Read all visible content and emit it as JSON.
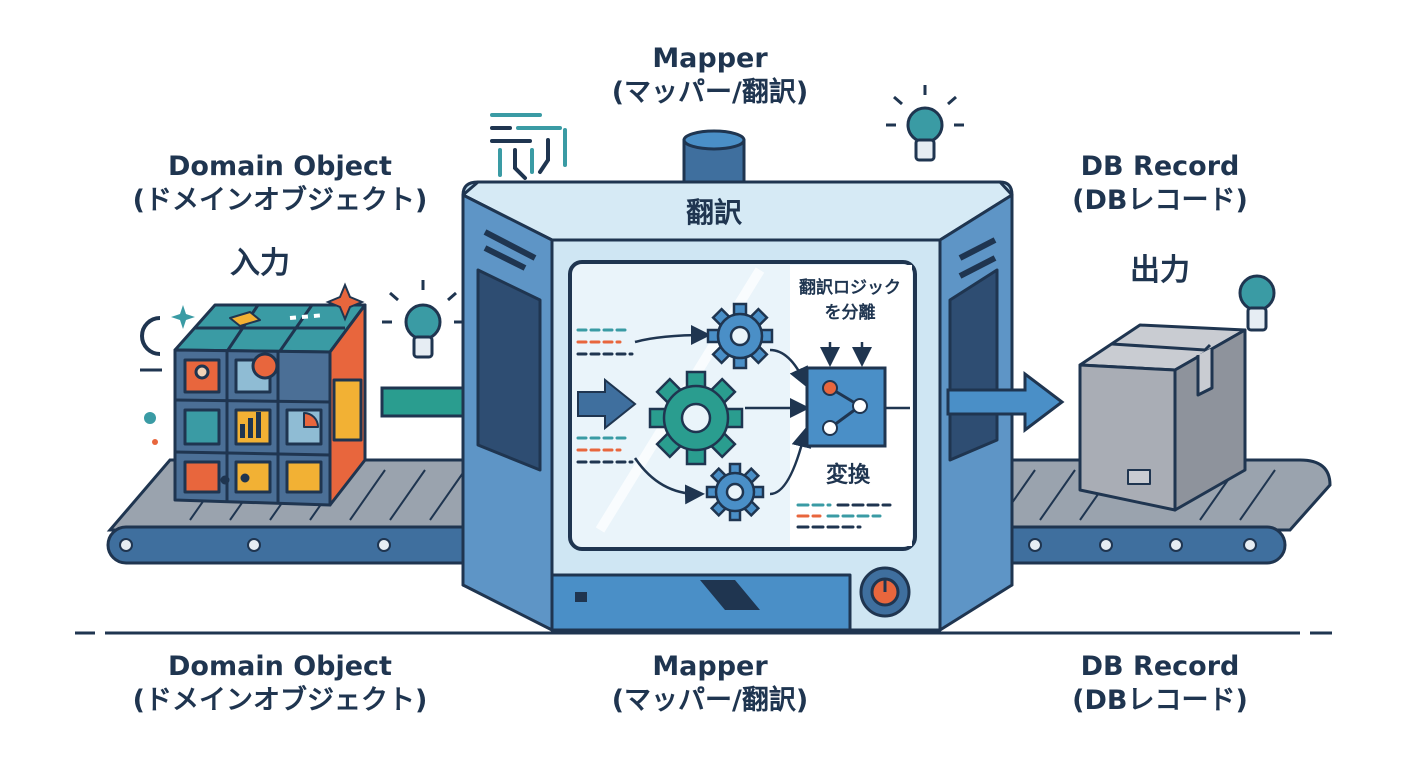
{
  "top": {
    "domain_title": "Domain Object",
    "domain_subtitle": "(ドメインオブジェクト)",
    "domain_action": "入力",
    "mapper_title": "Mapper",
    "mapper_subtitle": "(マッパー/翻訳)",
    "db_title": "DB Record",
    "db_subtitle": "(DBレコード)",
    "db_action": "出力"
  },
  "machine": {
    "header": "翻訳",
    "logic_line1": "翻訳ロジック",
    "logic_line2": "を分離",
    "transform": "変換"
  },
  "bottom": {
    "domain_title": "Domain Object",
    "domain_subtitle": "(ドメインオブジェクト)",
    "mapper_title": "Mapper",
    "mapper_subtitle": "(マッパー/翻訳)",
    "db_title": "DB Record",
    "db_subtitle": "(DBレコード)"
  },
  "colors": {
    "navy": "#1f3550",
    "machine_blue": "#4a8fc7",
    "panel_light": "#cfe6f3",
    "teal": "#2a9d8f",
    "orange": "#e8663d",
    "yellow": "#f2b134",
    "box_gray": "#b8bcc4"
  }
}
